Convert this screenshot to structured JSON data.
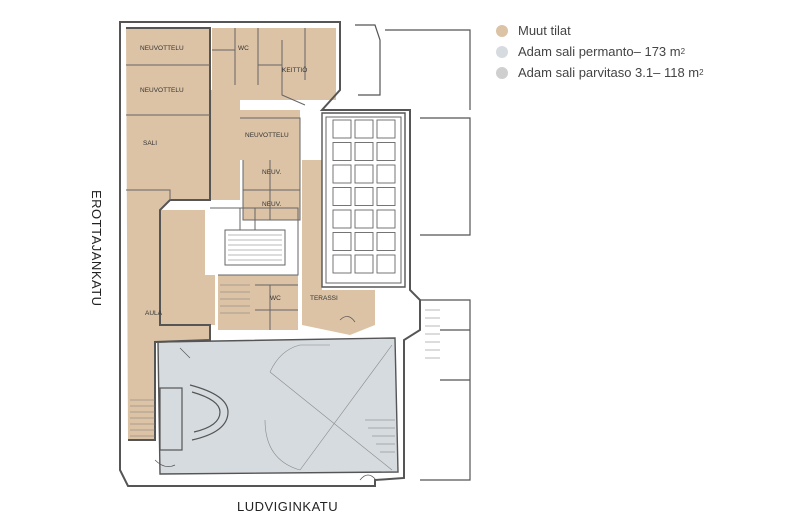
{
  "legend": [
    {
      "name": "Muut tilat",
      "area": "",
      "color": "#dcc3a6"
    },
    {
      "name": "Adam sali permanto",
      "area": " – 173 m",
      "color": "#d6dbdf"
    },
    {
      "name": "Adam sali parvitaso 3.1",
      "area": " – 118 m",
      "color": "#cfcfcf"
    }
  ],
  "area_unit_sup": "2",
  "streets": {
    "west": "EROTTAJANKATU",
    "south": "LUDVIGINKATU"
  },
  "rooms": {
    "neuvottelu_1": "NEUVOTTELU",
    "neuvottelu_2": "NEUVOTTELU",
    "neuvottelu_3": "NEUVOTTELU",
    "sali": "SALI",
    "wc_1": "WC",
    "wc_2": "WC",
    "keittio": "KEITTIÖ",
    "neuv_1": "NEUV.",
    "neuv_2": "NEUV.",
    "terassi": "TERASSI",
    "aula": "AULA"
  },
  "colors": {
    "muut_tilat": "#dcc3a6",
    "sali": "#d6dbdf",
    "line": "#555555"
  }
}
